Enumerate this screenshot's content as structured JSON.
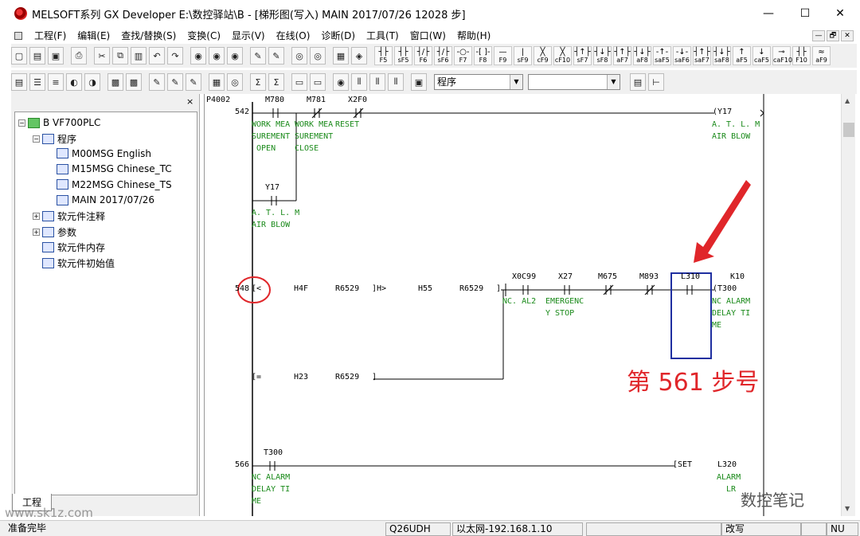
{
  "window": {
    "title": "MELSOFT系列 GX Developer E:\\数控驿站\\B - [梯形图(写入)     MAIN 2017/07/26     12028 步]",
    "minimize": "—",
    "maximize": "☐",
    "close": "✕"
  },
  "menu": [
    "工程(F)",
    "编辑(E)",
    "查找/替换(S)",
    "变换(C)",
    "显示(V)",
    "在线(O)",
    "诊断(D)",
    "工具(T)",
    "窗口(W)",
    "帮助(H)"
  ],
  "mdi": {
    "min": "—",
    "restore": "🗗",
    "close": "✕"
  },
  "toolbar1": {
    "fkeys": [
      {
        "sym": "┤├",
        "label": "F5"
      },
      {
        "sym": "┤├",
        "label": "sF5"
      },
      {
        "sym": "┤/├",
        "label": "F6"
      },
      {
        "sym": "┤/├",
        "label": "sF6"
      },
      {
        "sym": "-○-",
        "label": "F7"
      },
      {
        "sym": "-[ ]-",
        "label": "F8"
      },
      {
        "sym": "—",
        "label": "F9"
      },
      {
        "sym": "|",
        "label": "sF9"
      },
      {
        "sym": "╳",
        "label": "cF9"
      },
      {
        "sym": "╳",
        "label": "cF10"
      },
      {
        "sym": "┤↑├",
        "label": "sF7"
      },
      {
        "sym": "┤↓├",
        "label": "sF8"
      },
      {
        "sym": "┤↑├",
        "label": "aF7"
      },
      {
        "sym": "┤↓├",
        "label": "aF8"
      },
      {
        "sym": "-↑-",
        "label": "saF5"
      },
      {
        "sym": "-↓-",
        "label": "saF6"
      },
      {
        "sym": "┤↑├",
        "label": "saF7"
      },
      {
        "sym": "┤↓├",
        "label": "saF8"
      },
      {
        "sym": "↑",
        "label": "aF5"
      },
      {
        "sym": "↓",
        "label": "caF5"
      },
      {
        "sym": "⊸",
        "label": "caF10"
      },
      {
        "sym": "┤├",
        "label": "F10"
      },
      {
        "sym": "≈",
        "label": "aF9"
      }
    ]
  },
  "toolbar2": {
    "combo1": "程序",
    "combo2": ""
  },
  "project": {
    "close": "×",
    "tree": [
      {
        "label": "B VF700PLC",
        "level": 0,
        "expander": "⊟",
        "icon": "plc-icon"
      },
      {
        "label": "程序",
        "level": 1,
        "expander": "⊟",
        "icon": "program-folder-icon"
      },
      {
        "label": "M00MSG English",
        "level": 2,
        "expander": "",
        "icon": "program-file-icon"
      },
      {
        "label": "M15MSG Chinese_TC",
        "level": 2,
        "expander": "",
        "icon": "program-file-icon"
      },
      {
        "label": "M22MSG Chinese_TS",
        "level": 2,
        "expander": "",
        "icon": "program-file-icon"
      },
      {
        "label": "MAIN 2017/07/26",
        "level": 2,
        "expander": "",
        "icon": "program-file-icon"
      },
      {
        "label": "软元件注释",
        "level": 1,
        "expander": "⊞",
        "icon": "comment-icon"
      },
      {
        "label": "参数",
        "level": 1,
        "expander": "⊞",
        "icon": "param-icon"
      },
      {
        "label": "软元件内存",
        "level": 1,
        "expander": "",
        "icon": "memory-icon"
      },
      {
        "label": "软元件初始值",
        "level": 1,
        "expander": "",
        "icon": "init-value-icon"
      }
    ],
    "tab": "工程"
  },
  "ladder": {
    "header": "P4002",
    "rung542": {
      "step": "542",
      "contacts": [
        "M780",
        "M781",
        "X2F0"
      ],
      "comments": [
        "WORK MEA\nSUREMENT\n OPEN",
        "WORK MEA\nSUREMENT\nCLOSE",
        "RESET"
      ],
      "coil": "Y17",
      "coil_comment": "A. T. L. M\nAIR BLOW",
      "branch_contact": "Y17",
      "branch_comment": "A. T. L. M\nAIR BLOW"
    },
    "rung548": {
      "step": "548",
      "cmp1": [
        "[<",
        "H4F",
        "R6529",
        "]H>",
        "H55",
        "R6529",
        "]"
      ],
      "contacts": [
        "X0C99",
        "X27",
        "M675",
        "M893",
        "L310"
      ],
      "comments": [
        "NC. AL2",
        "EMERGENC\nY STOP"
      ],
      "coil": "K10",
      "coil_name": "(T300",
      "coil_comment": "NC ALARM\nDELAY TI\nME",
      "cmp2": [
        "[=",
        "H23",
        "R6529",
        "]"
      ]
    },
    "rung566": {
      "step": "566",
      "contact": "T300",
      "contact_comment": "NC ALARM\nDELAY TI\nME",
      "set": "[SET",
      "target": "L320",
      "target_comment": "ALARM\n  LR"
    }
  },
  "annotation": "第 561 步号",
  "watermarks": {
    "site": "www.sk1z.com",
    "brand": "数控笔记"
  },
  "status": {
    "ready": "准备完毕",
    "cpu": "Q26UDH",
    "connection": "以太网-192.168.1.10",
    "mode": "改写",
    "numlock": "NU"
  },
  "colors": {
    "comment": "#1a8a1a",
    "annotation_red": "#e0262a",
    "highlight_box": "#1f2fa0",
    "arrow": "#e0262a"
  }
}
